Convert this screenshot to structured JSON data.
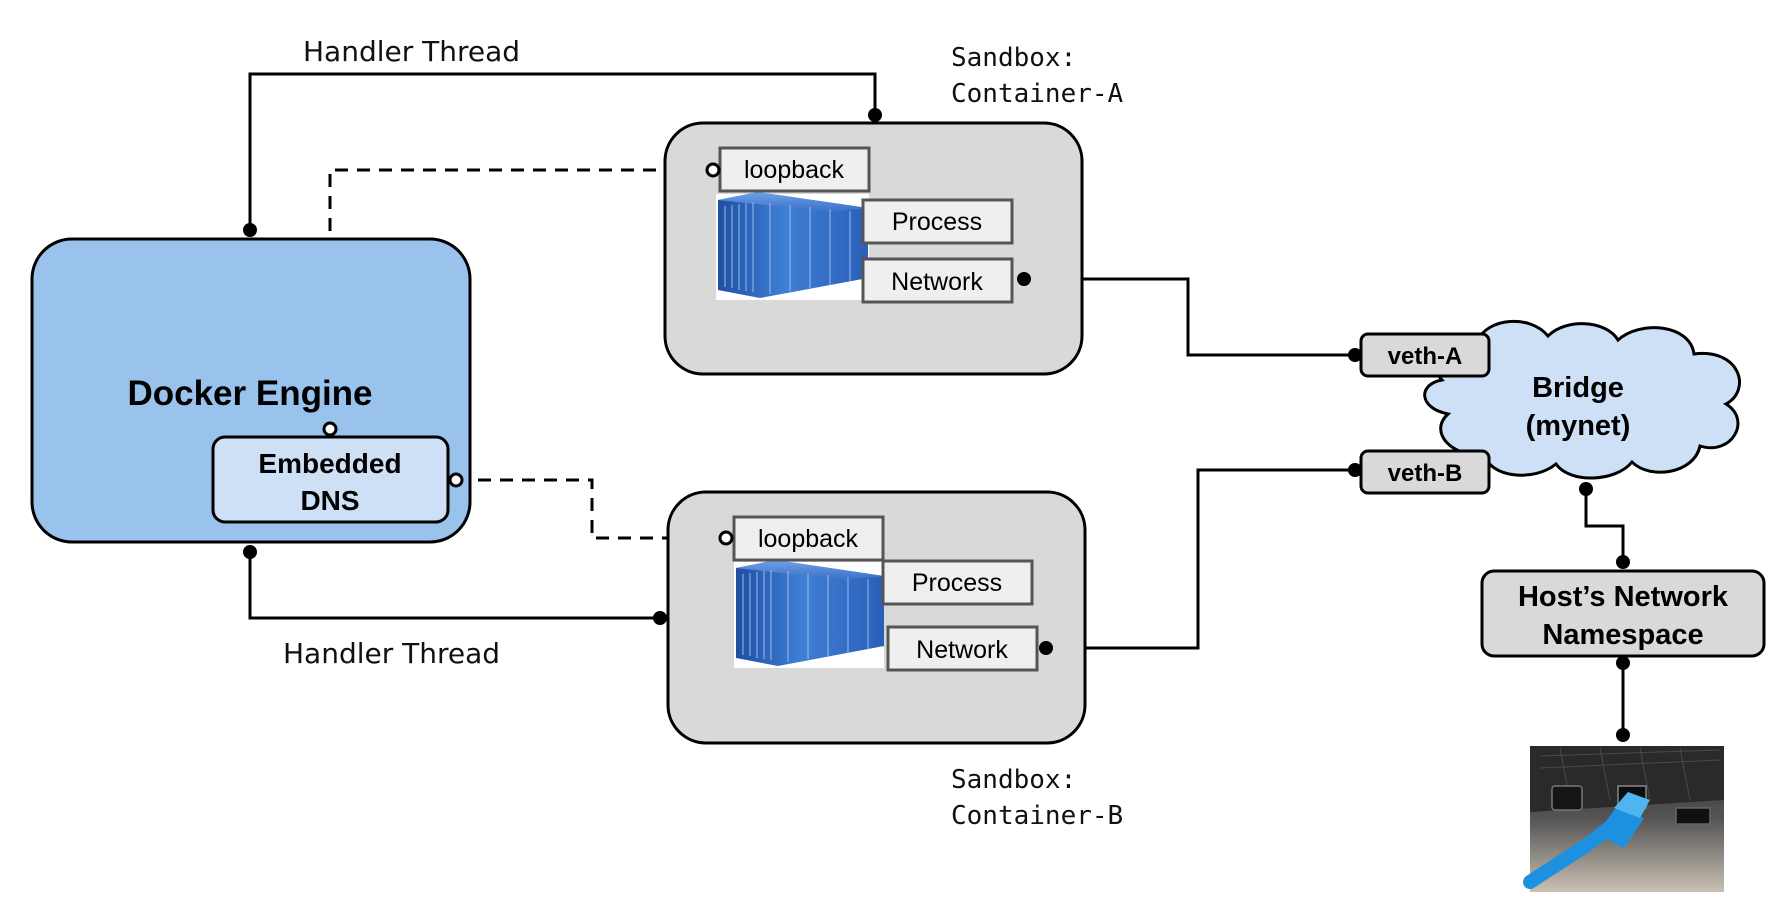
{
  "docker_engine": {
    "title": "Docker Engine",
    "embedded_dns": [
      "Embedded",
      "DNS"
    ]
  },
  "handler_thread_top": "Handler Thread",
  "handler_thread_bottom": "Handler Thread",
  "sandbox_a": {
    "label": [
      "Sandbox:",
      "Container-A"
    ],
    "loopback": "loopback",
    "process": "Process",
    "network": "Network"
  },
  "sandbox_b": {
    "label": [
      "Sandbox:",
      "Container-B"
    ],
    "loopback": "loopback",
    "process": "Process",
    "network": "Network"
  },
  "veth_a": "veth-A",
  "veth_b": "veth-B",
  "bridge": [
    "Bridge",
    "(mynet)"
  ],
  "host_namespace": [
    "Host’s Network",
    "Namespace"
  ],
  "colors": {
    "engine_fill": "#99c2ec",
    "dns_fill": "#cde0f6",
    "sandbox_fill": "#d9d9d9",
    "label_box_fill": "#efefef",
    "bridge_fill": "#cde0f6",
    "container_blue": "#2e62b8",
    "cable_blue": "#1e90e0"
  }
}
